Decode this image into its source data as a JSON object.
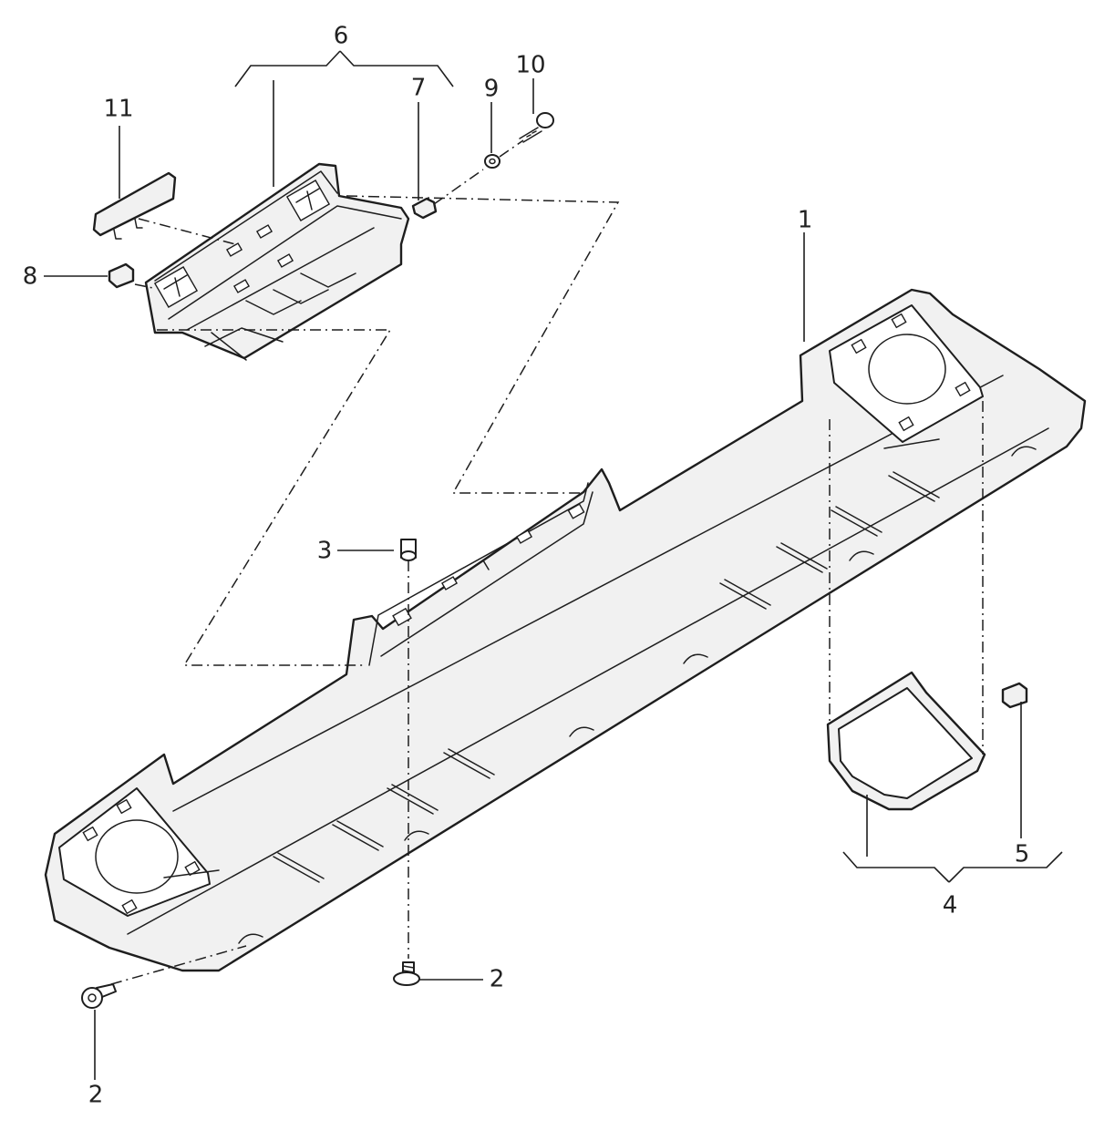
{
  "callouts": {
    "c1": "1",
    "c2a": "2",
    "c2b": "2",
    "c3": "3",
    "c4": "4",
    "c5": "5",
    "c6": "6",
    "c7": "7",
    "c8": "8",
    "c9": "9",
    "c10": "10",
    "c11": "11"
  }
}
